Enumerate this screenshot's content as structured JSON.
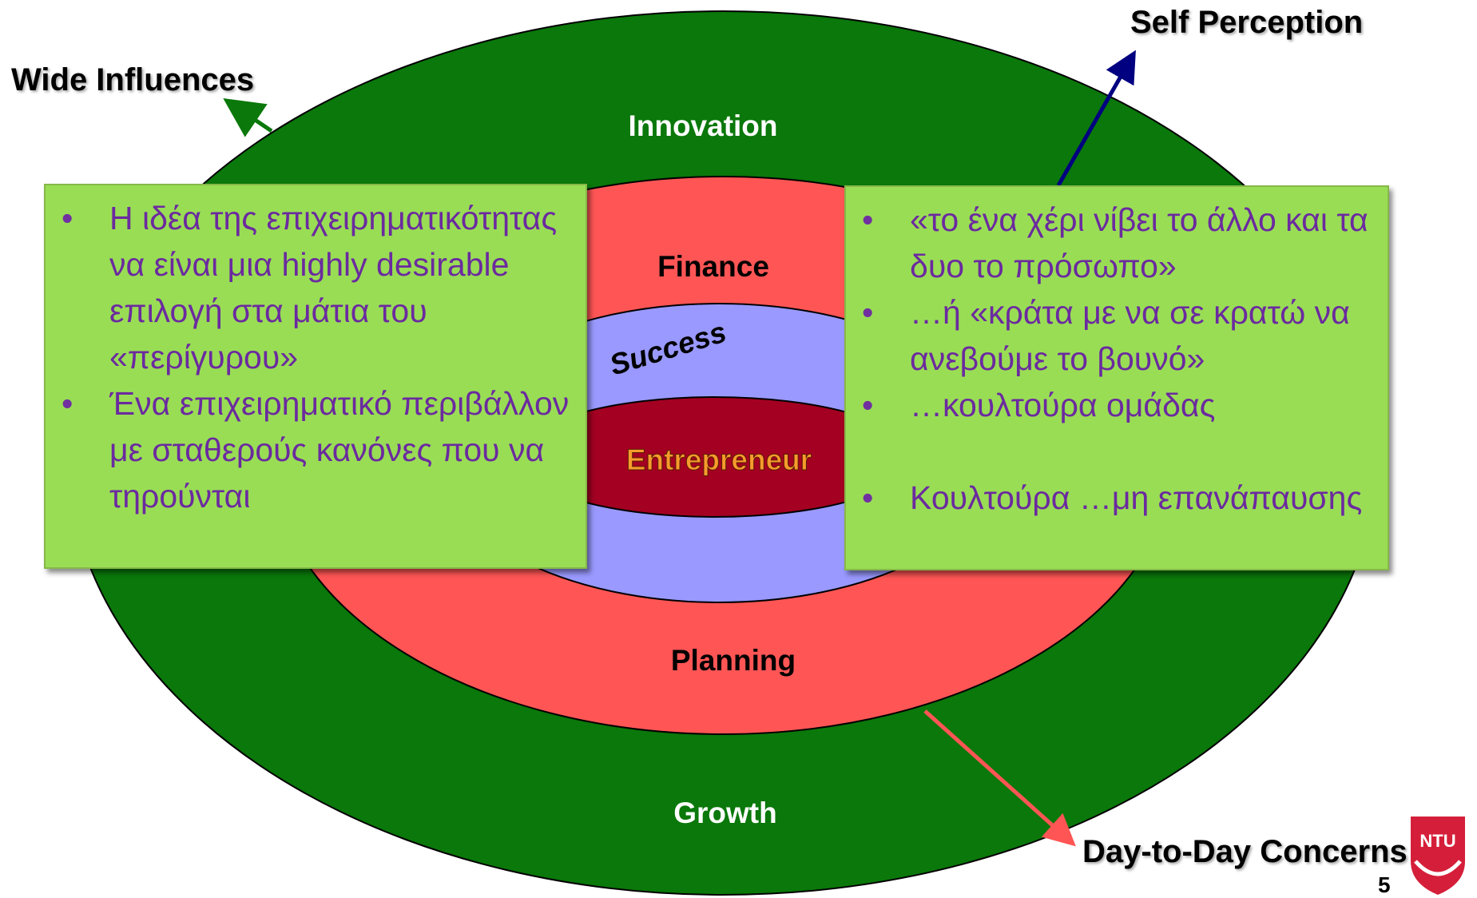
{
  "rings": {
    "outer": {
      "label": "Innovation",
      "bottom_label": "Growth",
      "color": "#0a780a",
      "label_color": "#ffffff"
    },
    "second": {
      "top_label": "Finance",
      "bottom_label": "Planning",
      "color": "#ff5555",
      "label_color": "#000000"
    },
    "third": {
      "label": "Success",
      "color": "#9999ff",
      "label_color": "#000000"
    },
    "core": {
      "label": "Entrepreneur",
      "color": "#a30022",
      "label_color": "#f79b2d"
    }
  },
  "arrows": {
    "wide_influences": {
      "label": "Wide Influences",
      "color": "#0a780a"
    },
    "self_perception": {
      "label": "Self Perception",
      "color": "#000080"
    },
    "day_to_day": {
      "label": "Day-to-Day Concerns",
      "color": "#ff5555"
    }
  },
  "left_box": {
    "bullets": [
      "Η ιδέα της επιχειρηματικότητας να είναι μια highly desirable επιλογή στα μάτια του «περίγυρου»",
      "Ένα επιχειρηματικό περιβάλλον με σταθερούς κανόνες που να τηρούνται"
    ]
  },
  "right_box": {
    "bullets": [
      "«το ένα χέρι νίβει το άλλο και τα δυο το πρόσωπο»",
      "…ή «κράτα με να σε κρατώ να ανεβούμε το βουνό»",
      "…κουλτούρα ομάδας",
      "",
      "Κουλτούρα …μη επανάπαυσης"
    ]
  },
  "logo": {
    "text": "NTU",
    "color": "#d51f3a"
  },
  "page_number": "5"
}
